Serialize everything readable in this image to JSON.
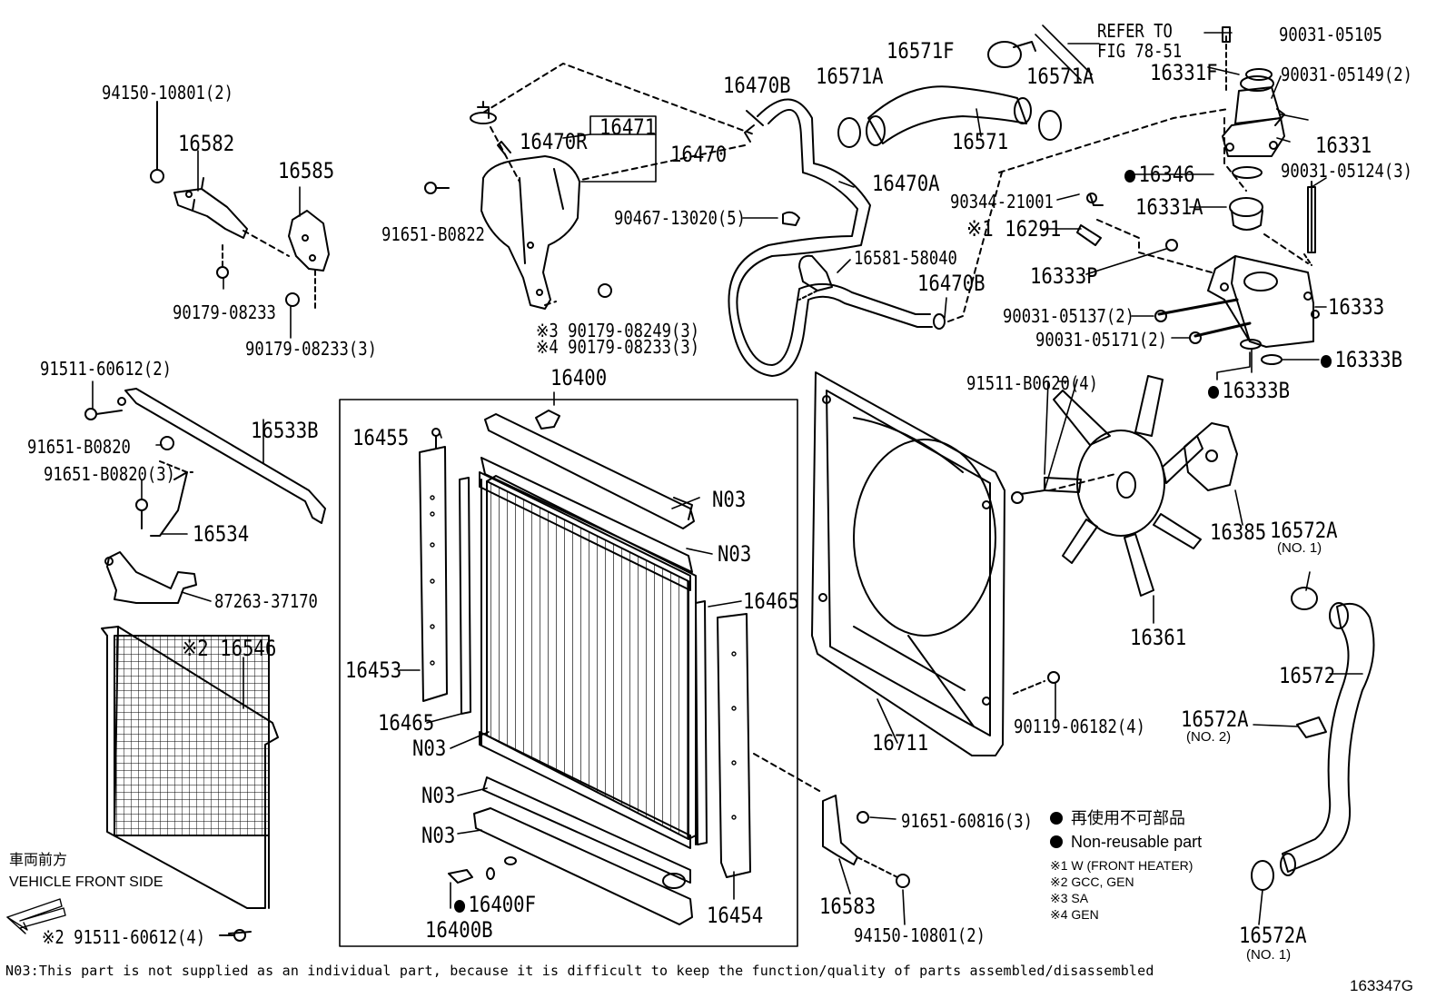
{
  "labels": {
    "p94150_10801_2": "94150-10801(2)",
    "p16582": "16582",
    "p16585": "16585",
    "p90179_08233": "90179-08233",
    "p90179_08233_3": "90179-08233(3)",
    "p16471": "16471",
    "p16470R": "16470R",
    "p16470": "16470",
    "p91651_B0822": "91651-B0822",
    "note3_90179_08249_3": "※3 90179-08249(3)",
    "note4_90179_08233_3": "※4 90179-08233(3)",
    "p16470B_top": "16470B",
    "p16571A_left": "16571A",
    "p16571F": "16571F",
    "p16571A_right": "16571A",
    "p16571": "16571",
    "refer_to_1": "REFER TO",
    "refer_to_2": "FIG 78-51",
    "p90031_05105": "90031-05105",
    "p16331F": "16331F",
    "p90031_05149_2": "90031-05149(2)",
    "p16331": "16331",
    "p16470A": "16470A",
    "p90467_13020_5": "90467-13020(5)",
    "p16581_58040": "16581-58040",
    "p16470B_mid": "16470B",
    "p16346": "16346",
    "p90031_05124_3": "90031-05124(3)",
    "p90344_21001": "90344-21001",
    "note1_16291": "※1 16291",
    "p16331A": "16331A",
    "p16333P": "16333P",
    "p16333": "16333",
    "p90031_05137_2": "90031-05137(2)",
    "p90031_05171_2": "90031-05171(2)",
    "p16333B_right": "16333B",
    "p16333B_left": "16333B",
    "p91511_60612_2": "91511-60612(2)",
    "p16400": "16400",
    "p16533B": "16533B",
    "p91651_B0820": "91651-B0820",
    "p91651_B0820_3": "91651-B0820(3)",
    "p16534": "16534",
    "p87263_37170": "87263-37170",
    "note2_16546": "※2 16546",
    "p16455": "16455",
    "n03_a": "N03",
    "n03_b": "N03",
    "p16465_right": "16465",
    "p16453": "16453",
    "p16465_left": "16465",
    "n03_c": "N03",
    "n03_d": "N03",
    "n03_e": "N03",
    "p16400F": "16400F",
    "p16400B": "16400B",
    "p16454": "16454",
    "p91511_B0620_4": "91511-B0620(4)",
    "p16385": "16385",
    "p16572A_top": "16572A",
    "no1_top": "(NO. 1)",
    "p16361": "16361",
    "p16572": "16572",
    "p16572A_mid": "16572A",
    "no2_mid": "(NO. 2)",
    "p16711": "16711",
    "p90119_06182_4": "90119-06182(4)",
    "p91651_60816_3": "91651-60816(3)",
    "p16583": "16583",
    "p94150_10801_2_bottom": "94150-10801(2)",
    "p16572A_bottom": "16572A",
    "no1_bottom": "(NO. 1)",
    "front_jp": "車両前方",
    "front_en": "VEHICLE FRONT SIDE",
    "note2_91511_60612_4": "※2 91511-60612(4)"
  },
  "legend": {
    "nonreusable_jp": "再使用不可部品",
    "nonreusable_en": "Non-reusable part",
    "note1": "※1 W (FRONT HEATER)",
    "note2": "※2 GCC, GEN",
    "note3": "※3 SA",
    "note4": "※4 GEN"
  },
  "footnote": "N03:This part is not supplied as an individual part, because it is difficult to keep the function/quality of parts assembled/disassembled",
  "figure_number": "163347G"
}
